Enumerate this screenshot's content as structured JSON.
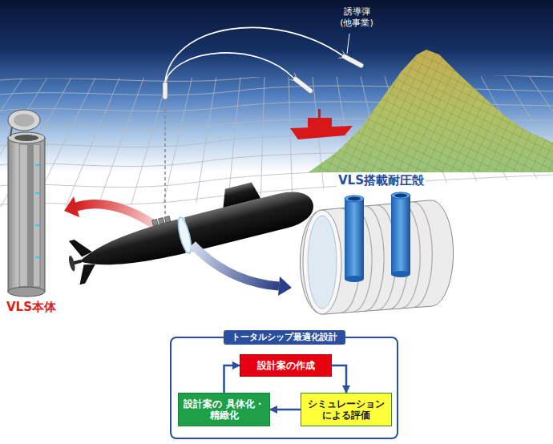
{
  "diagram": {
    "nodes": [
      {
        "text": [
          "トータルシップ最適化設計"
        ]
      },
      {
        "text": [
          "設計案の作成"
        ],
        "in": 0
      },
      {
        "text": [
          "設計案の 具体化・精緻化"
        ],
        "in": 0
      },
      {
        "text": [
          "シミュレーション による評価"
        ],
        "in": 0
      }
    ],
    "edges": [
      {
        "from": 1,
        "to": 3,
        "arrow": "to"
      },
      {
        "from": 3,
        "to": 2,
        "arrow": "to"
      },
      {
        "from": 2,
        "to": 1,
        "arrow": "to"
      }
    ],
    "labels": [
      "誘導弾 (他事業)",
      "VLS搭載耐圧殻",
      "VLS本体"
    ]
  }
}
